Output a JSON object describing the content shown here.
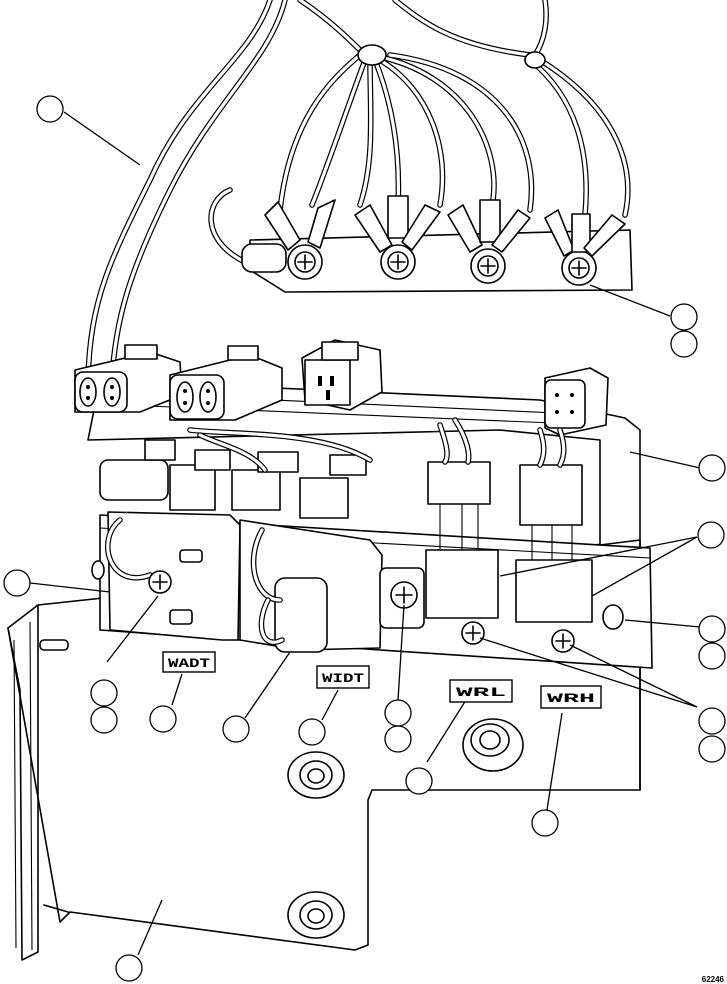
{
  "labels": {
    "adt": "WADT",
    "idt": "WIDT",
    "rl": "WRL",
    "rh": "WRH"
  },
  "figure_number": "62246",
  "colors": {
    "line": "#000000",
    "background": "#ffffff"
  }
}
